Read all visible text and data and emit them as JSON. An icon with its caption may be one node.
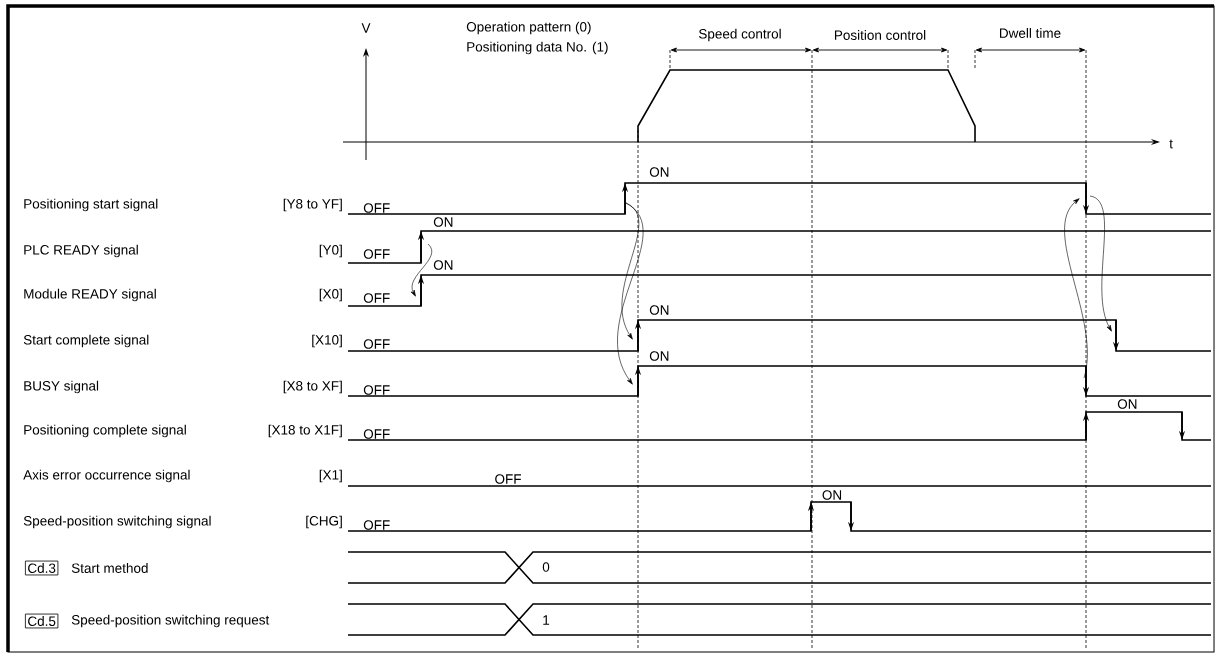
{
  "diagram": {
    "nodes": [
      {
        "text": [
          "Cd.3"
        ]
      },
      {
        "text": [
          "Cd.5"
        ]
      }
    ],
    "labels": [
      "V",
      "Operation pattern (0)",
      "Positioning data No. (1)",
      "Speed control",
      "Position control",
      "Dwell time",
      "t",
      "ON",
      "Positioning start signal",
      "[Y8 to YF]",
      "OFF",
      "ON",
      "PLC READY signal",
      "[Y0]",
      "OFF",
      "ON",
      "Module READY signal",
      "[X0]",
      "OFF",
      "ON",
      "Start complete signal",
      "[X10]",
      "OFF",
      "ON",
      "BUSY signal",
      "[X8 to XF]",
      "OFF",
      "ON",
      "Positioning complete signal",
      "[X18 to X1F]",
      "OFF",
      "Axis error occurrence signal",
      "[X1]",
      "OFF",
      "ON",
      "Speed-position switching signal",
      "[CHG]",
      "OFF",
      "Start method",
      "0",
      "Speed-position switching request",
      "1"
    ]
  }
}
